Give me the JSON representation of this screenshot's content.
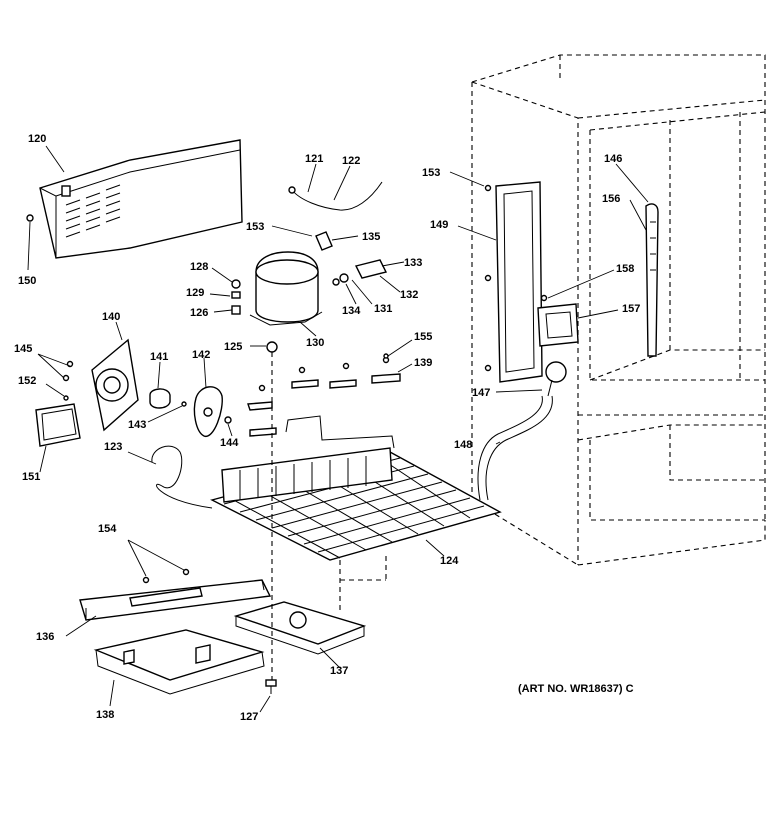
{
  "art_number": "(ART NO. WR18637) C",
  "callouts": [
    {
      "id": "c120",
      "text": "120"
    },
    {
      "id": "c121",
      "text": "121"
    },
    {
      "id": "c122",
      "text": "122"
    },
    {
      "id": "c153a",
      "text": "153"
    },
    {
      "id": "c135",
      "text": "135"
    },
    {
      "id": "c128",
      "text": "128"
    },
    {
      "id": "c129",
      "text": "129"
    },
    {
      "id": "c126",
      "text": "126"
    },
    {
      "id": "c133",
      "text": "133"
    },
    {
      "id": "c132",
      "text": "132"
    },
    {
      "id": "c134",
      "text": "134"
    },
    {
      "id": "c131",
      "text": "131"
    },
    {
      "id": "c130",
      "text": "130"
    },
    {
      "id": "c125",
      "text": "125"
    },
    {
      "id": "c150",
      "text": "150"
    },
    {
      "id": "c140",
      "text": "140"
    },
    {
      "id": "c145",
      "text": "145"
    },
    {
      "id": "c152",
      "text": "152"
    },
    {
      "id": "c141",
      "text": "141"
    },
    {
      "id": "c142",
      "text": "142"
    },
    {
      "id": "c143",
      "text": "143"
    },
    {
      "id": "c144",
      "text": "144"
    },
    {
      "id": "c151",
      "text": "151"
    },
    {
      "id": "c123",
      "text": "123"
    },
    {
      "id": "c155",
      "text": "155"
    },
    {
      "id": "c139",
      "text": "139"
    },
    {
      "id": "c124",
      "text": "124"
    },
    {
      "id": "c154",
      "text": "154"
    },
    {
      "id": "c136",
      "text": "136"
    },
    {
      "id": "c137",
      "text": "137"
    },
    {
      "id": "c138",
      "text": "138"
    },
    {
      "id": "c127",
      "text": "127"
    },
    {
      "id": "c153b",
      "text": "153"
    },
    {
      "id": "c149",
      "text": "149"
    },
    {
      "id": "c146",
      "text": "146"
    },
    {
      "id": "c156",
      "text": "156"
    },
    {
      "id": "c158",
      "text": "158"
    },
    {
      "id": "c157",
      "text": "157"
    },
    {
      "id": "c147",
      "text": "147"
    },
    {
      "id": "c148",
      "text": "148"
    }
  ]
}
